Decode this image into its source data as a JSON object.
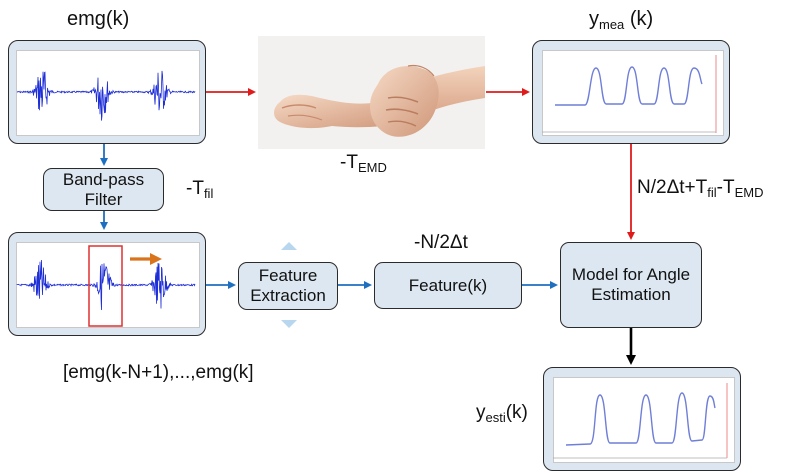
{
  "labels": {
    "emg_k": "emg(k)",
    "y_mea_main": "y",
    "y_mea_sub": "mea",
    "y_mea_tail": " (k)",
    "t_emd_prefix": "-T",
    "t_emd_sub": "EMD",
    "t_fil_prefix": "-T",
    "t_fil_sub": "fil",
    "delay_main": "N/2Δt+T",
    "delay_sub1": "fil",
    "delay_mid": "-T",
    "delay_sub2": "EMD",
    "minus_n": "-N/2Δt",
    "window": "[emg(k-N+1),...,emg(k]",
    "y_esti_main": "y",
    "y_esti_sub": "esti",
    "y_esti_tail": "(k)"
  },
  "boxes": {
    "band_pass_line1": "Band-pass",
    "band_pass_line2": "Filter",
    "feature_extraction_line1": "Feature",
    "feature_extraction_line2": "Extraction",
    "feature_k": "Feature(k)",
    "model_line1": "Model for Angle",
    "model_line2": "Estimation"
  },
  "colors": {
    "signal_blue": "#1f2fd6",
    "angle_blue": "#6f7fd8",
    "red_arrow": "#e01b1b",
    "blue_arrow": "#1f6fc0",
    "orange_arrow": "#d9741c",
    "window_box": "#e03030",
    "box_fill": "#dde7f1"
  }
}
